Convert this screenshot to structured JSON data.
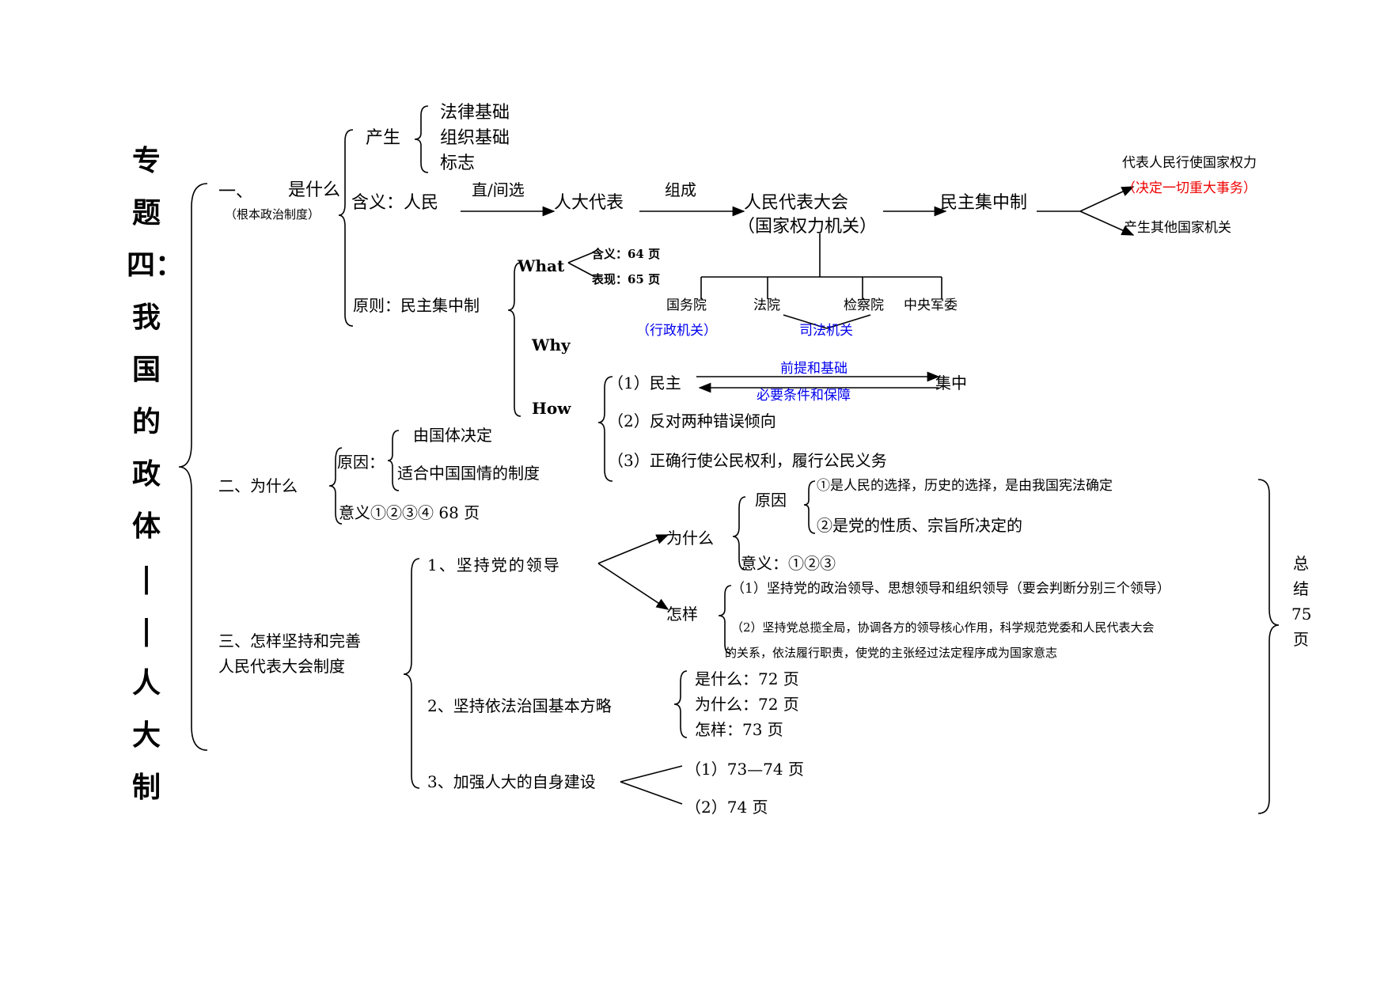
{
  "title_chars": [
    "专",
    "题",
    "四：",
    "我",
    "国",
    "的",
    "政",
    "体",
    "|",
    "|",
    "人",
    "大",
    "制"
  ],
  "s1": {
    "heading": "一、",
    "what": "是什么",
    "sub": "（根本政治制度）",
    "chansheng": "产生",
    "chansheng_items": [
      "法律基础",
      "组织基础",
      "标志"
    ],
    "hanyi": "含义：人民",
    "zhijian": "直/间选",
    "rendadaibiao": "人大代表",
    "zucheng": "组成",
    "daibiaodahui": "人民代表大会",
    "jiguan": "（国家权力机关）",
    "minzhu_jizhong": "民主集中制",
    "right_top": "代表人民行使国家权力",
    "right_red": "（决定一切重大事务）",
    "right_bottom": "产生其他国家机关",
    "organs": [
      "国务院",
      "法院",
      "检察院",
      "中央军委"
    ],
    "xingzheng": "（行政机关）",
    "sifa": "司法机关",
    "yuanze": "原则：民主集中制",
    "what_en": "What",
    "hanyi_page": "含义：64 页",
    "biaoxian_page": "表现：65 页",
    "why_en": "Why",
    "how_en": "How",
    "how1_a": "（1）民主",
    "how1_top": "前提和基础",
    "how1_bottom": "必要条件和保障",
    "how1_b": "集中",
    "how2": "（2）反对两种错误倾向",
    "how3": "（3）正确行使公民权利，履行公民义务"
  },
  "s2": {
    "heading": "二、为什么",
    "yuanyin": "原因：",
    "yuanyin_items": [
      "由国体决定",
      "适合中国国情的制度"
    ],
    "yiyi": "意义①②③④  68 页"
  },
  "s3": {
    "heading_1": "三、怎样坚持和完善",
    "heading_2": "人民代表大会制度",
    "p1": "1、坚持党的领导",
    "weishenme": "为什么",
    "yuanyin": "原因",
    "yuanyin_1": "①是人民的选择，历史的选择，是由我国宪法确定",
    "yuanyin_2": "②是党的性质、宗旨所决定的",
    "yiyi": "意义：①②③",
    "zenyang": "怎样",
    "zy1": "（1）坚持党的政治领导、思想领导和组织领导（要会判断分别三个领导）",
    "zy2a": "（2）坚持党总揽全局，协调各方的领导核心作用，科学规范党委和人民代表大会",
    "zy2b": "的关系，依法履行职责，使党的主张经过法定程序成为国家意志",
    "p2": "2、坚持依法治国基本方略",
    "p2_items": [
      "是什么：72 页",
      "为什么：72 页",
      "怎样：73 页"
    ],
    "p3": "3、加强人大的自身建设",
    "p3_items": [
      "（1）73—74 页",
      "（2）74 页"
    ],
    "summary": [
      "总",
      "结",
      "75",
      "页"
    ]
  }
}
